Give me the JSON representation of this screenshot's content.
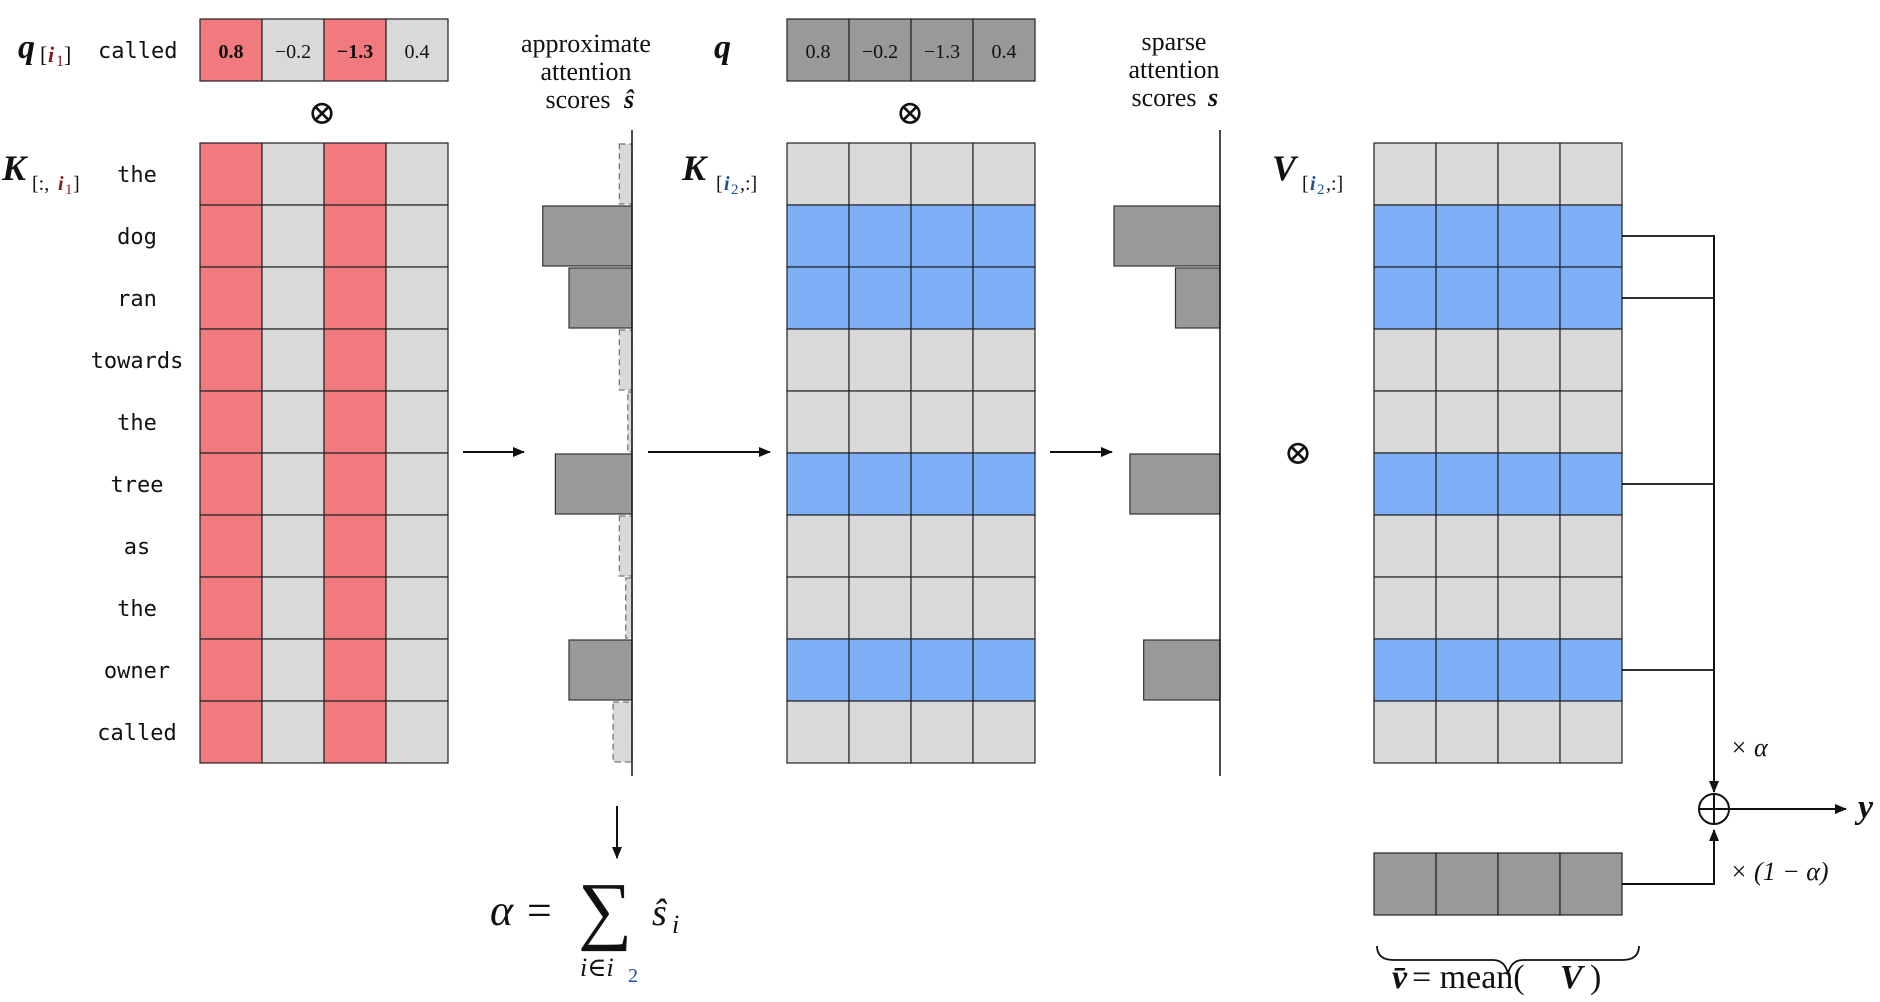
{
  "tokens": [
    "the",
    "dog",
    "ran",
    "towards",
    "the",
    "tree",
    "as",
    "the",
    "owner",
    "called"
  ],
  "query_token": "called",
  "query_values": [
    "0.8",
    "−0.2",
    "−1.3",
    "0.4"
  ],
  "query_bold": [
    true,
    false,
    true,
    false
  ],
  "selected_dims_i1": [
    0,
    2
  ],
  "selected_rows_i2": [
    1,
    2,
    5,
    8
  ],
  "approx_scores": [
    0.12,
    0.85,
    0.6,
    0.12,
    0.04,
    0.73,
    0.12,
    0.06,
    0.6,
    0.18
  ],
  "approx_selected": [
    false,
    true,
    true,
    false,
    false,
    true,
    false,
    false,
    true,
    false
  ],
  "sparse_scores": [
    0,
    1.0,
    0.42,
    0,
    0,
    0.85,
    0,
    0,
    0.72,
    0
  ],
  "labels": {
    "q_i1": {
      "main": "q",
      "sub": "[i1]"
    },
    "K_i1": {
      "main": "K",
      "sub": "[:,i1]"
    },
    "q": "q",
    "K_i2": {
      "main": "K",
      "sub": "[i2,:]"
    },
    "V_i2": {
      "main": "V",
      "sub": "[i2,:]"
    },
    "approx_title": [
      "approximate",
      "attention",
      "scores"
    ],
    "approx_symbol": "ŝ",
    "sparse_title": [
      "sparse",
      "attention",
      "scores"
    ],
    "sparse_symbol": "s",
    "otimes": "⊗",
    "oplus": "⊕",
    "alpha_formula": {
      "lhs": "α =",
      "sigma": "∑",
      "rhs": "ŝ",
      "rhs_sub": "i",
      "under": "i∈i",
      "under_sub": "2"
    },
    "times_alpha": "× α",
    "times_one_minus_alpha": "× (1 − α)",
    "y": "y",
    "vbar_formula": {
      "lhs": "v̄",
      "eq": " = mean(",
      "V": "V",
      "close": ")"
    }
  },
  "colors": {
    "red": "#f07a7e",
    "light_gray": "#d9d9d9",
    "dark_gray": "#999999",
    "blue": "#7eb0f7",
    "red_index": "#8b1a1a",
    "blue_index": "#1f4e9c"
  }
}
